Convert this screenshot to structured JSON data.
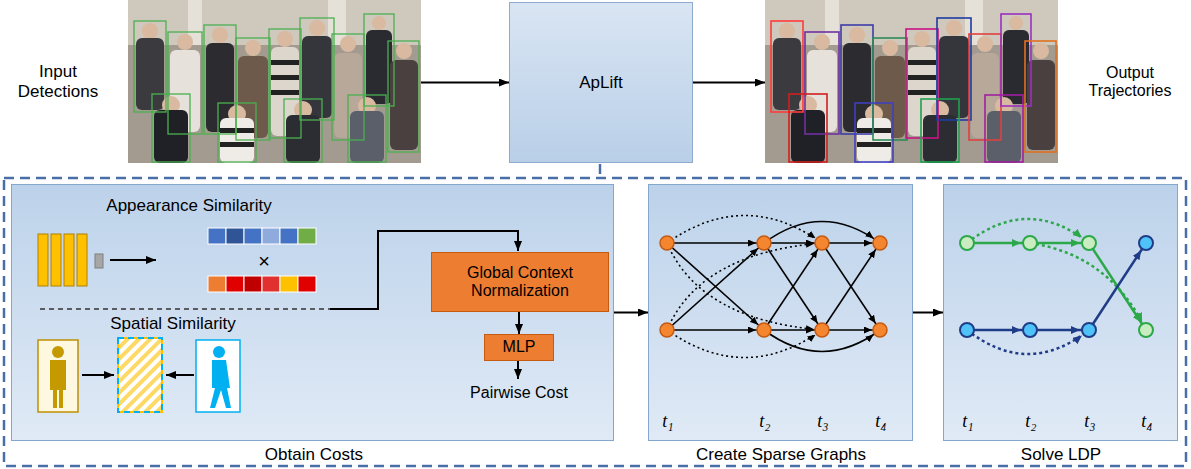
{
  "diagram": {
    "nodes": [
      {
        "text": [
          "Input Detections"
        ]
      },
      {
        "text": [
          "ApLift"
        ]
      },
      {
        "text": [
          "Output Trajectories"
        ]
      },
      {
        "text": [
          "Appearance Similarity",
          "Spatial Similarity",
          "Pairwise Cost",
          "Obtain Costs"
        ]
      },
      {
        "text": [
          "Global Context Normalization"
        ],
        "in": 3
      },
      {
        "text": [
          "MLP"
        ],
        "in": 3
      },
      {
        "text": [
          "t₁",
          "t₂",
          "t₃",
          "t₄",
          "Create Sparse Graphs"
        ]
      },
      {
        "text": [
          "t₁",
          "t₂",
          "t₃",
          "t₄",
          "Solve LDP"
        ]
      }
    ],
    "edges": [
      {
        "from": 0,
        "to": 1,
        "arrow": "to"
      },
      {
        "from": 1,
        "to": 2,
        "arrow": "to"
      },
      {
        "from": 4,
        "to": 5,
        "arrow": "to"
      },
      {
        "from": 3,
        "to": 6,
        "arrow": "to"
      },
      {
        "from": 6,
        "to": 7,
        "arrow": "to"
      }
    ],
    "labels": [
      "×"
    ]
  }
}
